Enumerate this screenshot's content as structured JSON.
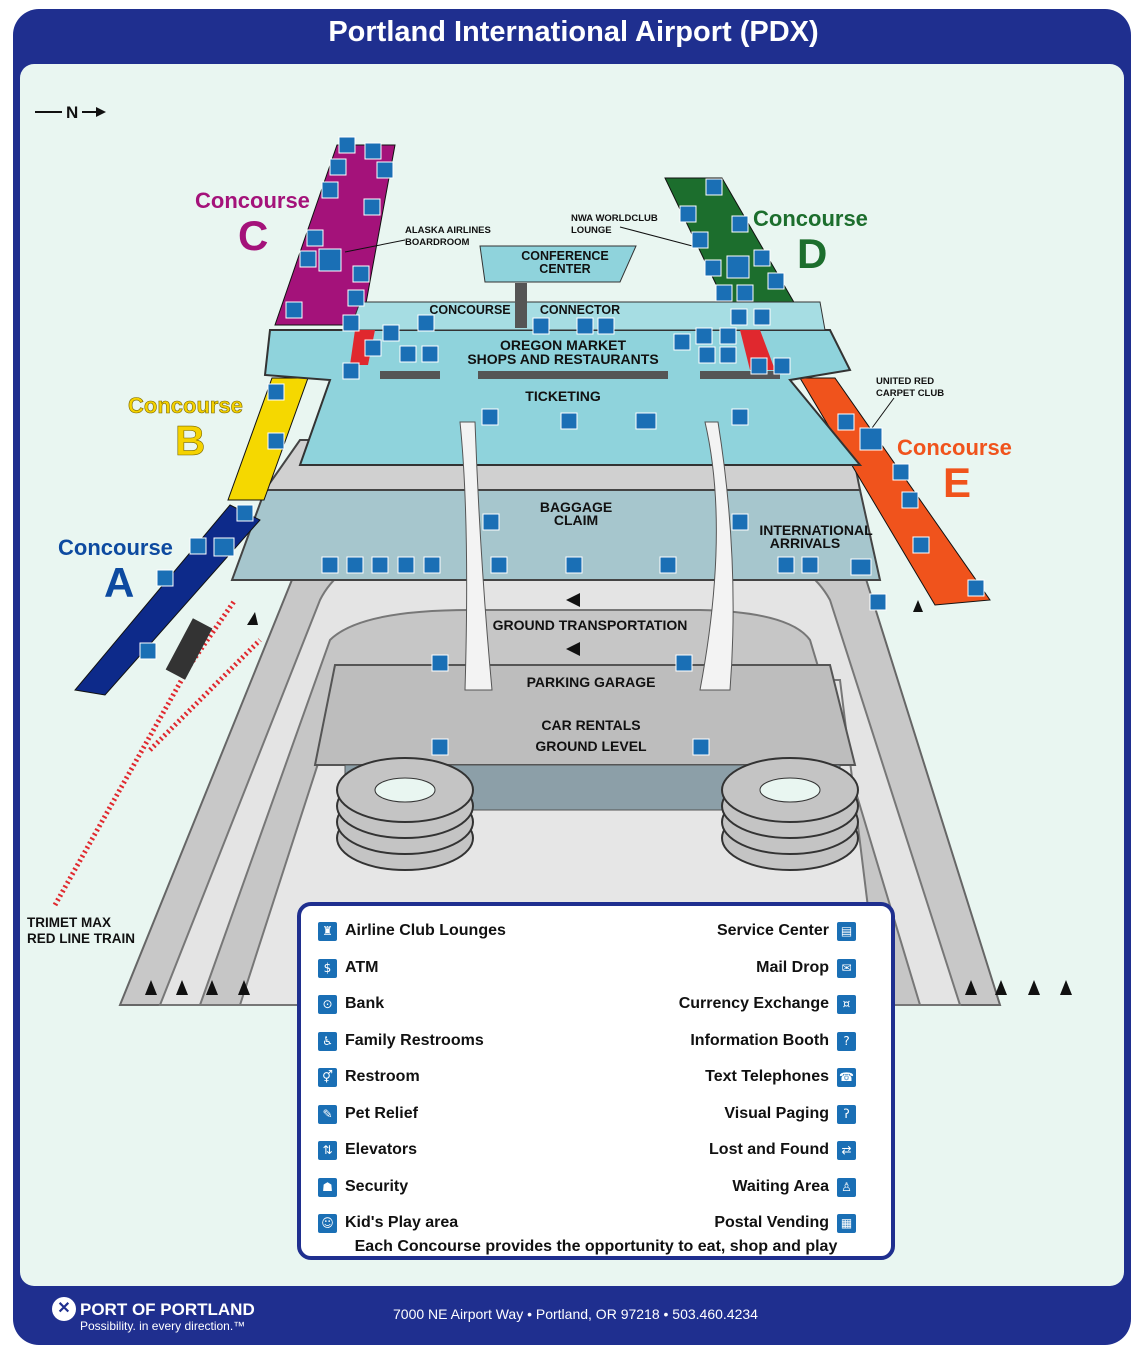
{
  "title": "Portland International Airport (PDX)",
  "north": "N",
  "concourses": [
    {
      "word": "Concourse",
      "letter": "A",
      "color": "#0d4aa0"
    },
    {
      "word": "Concourse",
      "letter": "B",
      "color": "#f5d200"
    },
    {
      "word": "Concourse",
      "letter": "C",
      "color": "#a4127a"
    },
    {
      "word": "Concourse",
      "letter": "D",
      "color": "#1c6e2d"
    },
    {
      "word": "Concourse",
      "letter": "E",
      "color": "#f0531c"
    }
  ],
  "labels": {
    "alaska": [
      "ALASKA AIRLINES",
      "BOARDROOM"
    ],
    "nwa": [
      "NWA WORLDCLUB",
      "LOUNGE"
    ],
    "united": [
      "UNITED RED",
      "CARPET CLUB"
    ],
    "conference": [
      "CONFERENCE",
      "CENTER"
    ],
    "connector": [
      "CONCOURSE",
      "CONNECTOR"
    ],
    "market": [
      "OREGON MARKET",
      "SHOPS AND RESTAURANTS"
    ],
    "ticketing": "TICKETING",
    "baggage": [
      "BAGGAGE",
      "CLAIM"
    ],
    "international": [
      "INTERNATIONAL",
      "ARRIVALS"
    ],
    "ground_transport": "GROUND TRANSPORTATION",
    "parking": "PARKING GARAGE",
    "car_rentals": [
      "CAR RENTALS",
      "GROUND LEVEL"
    ],
    "trimet": [
      "TRIMET MAX",
      "RED LINE TRAIN"
    ]
  },
  "legend": {
    "left": [
      {
        "label": "Airline Club Lounges",
        "icon": "club-lounge-icon",
        "glyph": "♜"
      },
      {
        "label": "ATM",
        "icon": "atm-icon",
        "glyph": "$"
      },
      {
        "label": "Bank",
        "icon": "bank-icon",
        "glyph": "⊙"
      },
      {
        "label": "Family Restrooms",
        "icon": "family-restroom-icon",
        "glyph": "♿"
      },
      {
        "label": "Restroom",
        "icon": "restroom-icon",
        "glyph": "⚥"
      },
      {
        "label": "Pet Relief",
        "icon": "pet-relief-icon",
        "glyph": "✎"
      },
      {
        "label": "Elevators",
        "icon": "elevator-icon",
        "glyph": "⇅"
      },
      {
        "label": "Security",
        "icon": "security-icon",
        "glyph": "☗"
      },
      {
        "label": "Kid's Play area",
        "icon": "kids-play-icon",
        "glyph": "☺"
      }
    ],
    "right": [
      {
        "label": "Service Center",
        "icon": "service-center-icon",
        "glyph": "▤"
      },
      {
        "label": "Mail Drop",
        "icon": "mail-drop-icon",
        "glyph": "✉"
      },
      {
        "label": "Currency Exchange",
        "icon": "currency-exchange-icon",
        "glyph": "¤"
      },
      {
        "label": "Information Booth",
        "icon": "information-icon",
        "glyph": "?"
      },
      {
        "label": "Text Telephones",
        "icon": "text-telephone-icon",
        "glyph": "☎"
      },
      {
        "label": "Visual Paging",
        "icon": "visual-paging-icon",
        "glyph": "ʔ"
      },
      {
        "label": "Lost and Found",
        "icon": "lost-found-icon",
        "glyph": "⇄"
      },
      {
        "label": "Waiting Area",
        "icon": "waiting-area-icon",
        "glyph": "♙"
      },
      {
        "label": "Postal Vending",
        "icon": "postal-vending-icon",
        "glyph": "▦"
      }
    ],
    "note": "Each Concourse provides the opportunity to eat, shop and play"
  },
  "footer": {
    "org": "PORT OF PORTLAND",
    "tagline": "Possibility. in every direction.™",
    "address": "7000 NE Airport Way • Portland, OR 97218 • 503.460.4234"
  },
  "colors": {
    "frame": "#1f2f8f",
    "terminal": "#8fd3dc",
    "road": "#b8b8b8",
    "icon": "#1a6fb5",
    "rail": "#e0282e"
  }
}
